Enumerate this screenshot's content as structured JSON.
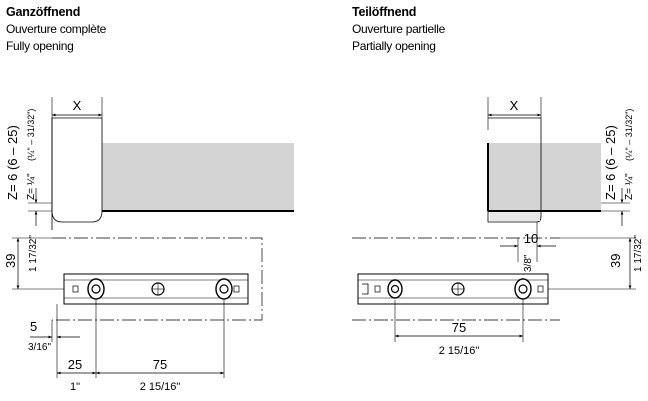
{
  "left": {
    "title": "Ganzöffnend",
    "subtitle_fr": "Ouverture complète",
    "subtitle_en": "Fully opening",
    "labels": {
      "x": "X",
      "z_metric": "Z= 6 (6 – 25)",
      "z_inch_a": "Z= ¼\"",
      "z_inch_b": "(¼\" – 31/32\")",
      "h39": "39",
      "h39_in": "1 17/32\"",
      "d5": "5",
      "d5_in": "3/16\"",
      "d25": "25",
      "d25_in": "1\"",
      "d75": "75",
      "d75_in": "2 15/16\""
    }
  },
  "right": {
    "title": "Teilöffnend",
    "subtitle_fr": "Ouverture partielle",
    "subtitle_en": "Partially opening",
    "labels": {
      "x": "X",
      "z_metric": "Z= 6 (6 – 25)",
      "z_inch_a": "Z= ¼\"",
      "z_inch_b": "(¼\" – 31/32\")",
      "d10": "10",
      "d10_in": "3/8\"",
      "h39": "39",
      "h39_in": "1 17/32\"",
      "d75": "75",
      "d75_in": "2 15/16\""
    }
  }
}
